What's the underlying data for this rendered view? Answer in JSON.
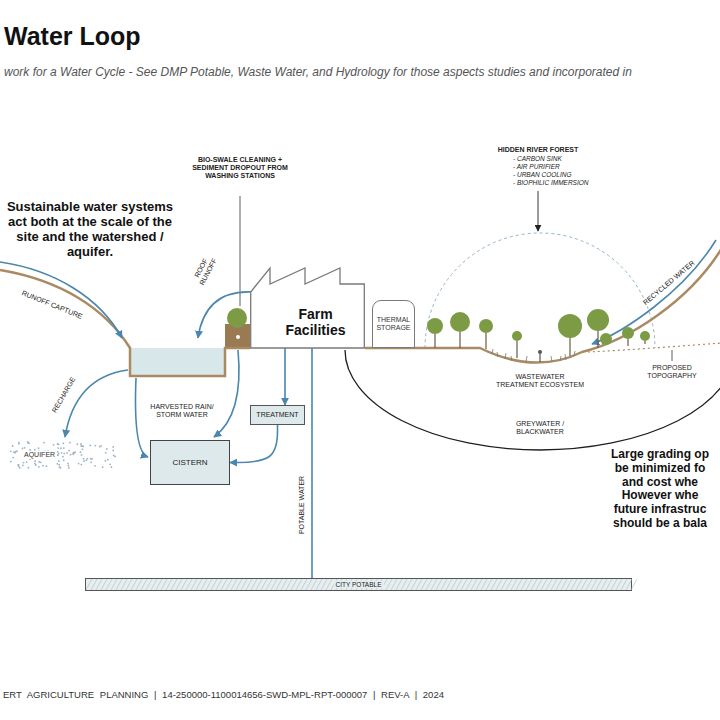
{
  "diagram": {
    "title": "Water Loop",
    "nodes": [
      {
        "text": [
          "Farm Facilities"
        ]
      },
      {
        "text": [
          "THERMAL STORAGE"
        ]
      },
      {
        "text": [
          "TREATMENT"
        ]
      },
      {
        "text": [
          "CISTERN"
        ]
      },
      {
        "text": [
          "AQUIFER"
        ]
      },
      {
        "text": [
          "CITY POTABLE"
        ]
      }
    ],
    "edges": [
      {
        "from": 0,
        "to": 2,
        "arrow": "to"
      },
      {
        "from": 2,
        "to": 3,
        "arrow": "to"
      },
      {
        "from": 5,
        "to": 0,
        "arrow": "none",
        "label": "POTABLE WATER"
      }
    ],
    "labels": [
      "work for a Water Cycle - See DMP Potable, Waste Water, and Hydrology for those aspects studies and incorporated in",
      "Sustainable water systems act both at the scale of the site and the watershed / aquifer.",
      "BIO-SWALE CLEANING + SEDIMENT DROPOUT FROM WASHING STATIONS",
      "HIDDEN RIVER FOREST",
      "- CARBON SINK",
      "- AIR PURIFIER",
      "- URBAN COOLING",
      "- BIOPHILIC IMMERSION",
      "ROOF RUNOFF",
      "RUNOFF CAPTURE",
      "RECHARGE",
      "HARVESTED RAIN/ STORM WATER",
      "WASTEWATER TREATMENT ECOSYSTEM",
      "GREYWATER / BLACKWATER",
      "RECYCLED WATER",
      "PROPOSED TOPOGRAPHY",
      "Large grading op be minimized fo and cost whe However whe future infrastruc should be a bala",
      "ERT AGRICULTURE PLANNING | 14-250000-1100014656-SWD-MPL-RPT-000007 | REV-A | 2024"
    ]
  }
}
